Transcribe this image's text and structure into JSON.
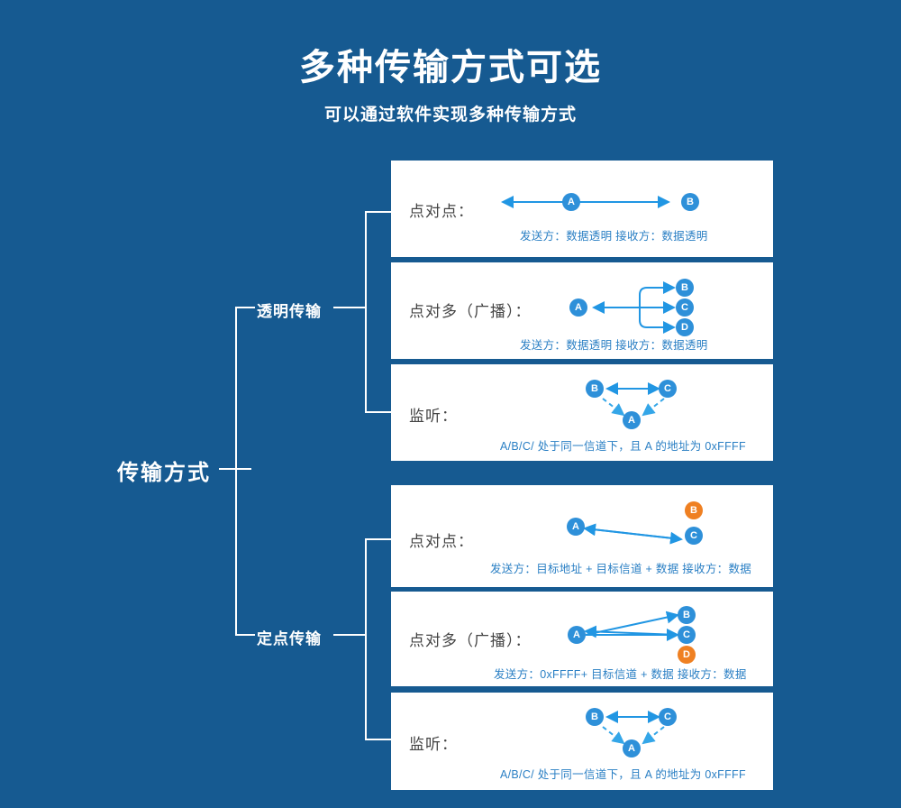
{
  "header": {
    "title": "多种传输方式可选",
    "subtitle": "可以通过软件实现多种传输方式"
  },
  "tree": {
    "root_label": "传输方式",
    "groups": [
      {
        "id": "transparent",
        "label": "透明传输"
      },
      {
        "id": "fixed",
        "label": "定点传输"
      }
    ]
  },
  "cards": [
    {
      "id": "transparent-p2p",
      "row_label": "点对点：",
      "caption": "发送方：数据透明   接收方：数据透明",
      "nodes": [
        {
          "label": "A",
          "color": "blue"
        },
        {
          "label": "B",
          "color": "blue"
        }
      ],
      "diagram_type": "bidirectional-arrow"
    },
    {
      "id": "transparent-broadcast",
      "row_label": "点对多（广播）：",
      "caption": "发送方：数据透明   接收方：数据透明",
      "nodes": [
        {
          "label": "A",
          "color": "blue"
        },
        {
          "label": "B",
          "color": "blue"
        },
        {
          "label": "C",
          "color": "blue"
        },
        {
          "label": "D",
          "color": "blue"
        }
      ],
      "diagram_type": "bus-broadcast"
    },
    {
      "id": "transparent-monitor",
      "row_label": "监听：",
      "caption": "A/B/C/ 处于同一信道下，且 A 的地址为 0xFFFF",
      "nodes": [
        {
          "label": "B",
          "color": "blue"
        },
        {
          "label": "C",
          "color": "blue"
        },
        {
          "label": "A",
          "color": "blue"
        }
      ],
      "diagram_type": "monitor-triangle"
    },
    {
      "id": "fixed-p2p",
      "row_label": "点对点：",
      "caption": "发送方：目标地址 + 目标信道 + 数据   接收方：数据",
      "nodes": [
        {
          "label": "A",
          "color": "blue"
        },
        {
          "label": "B",
          "color": "orange"
        },
        {
          "label": "C",
          "color": "blue"
        }
      ],
      "diagram_type": "fixed-p2p"
    },
    {
      "id": "fixed-broadcast",
      "row_label": "点对多（广播）：",
      "caption": "发送方：0xFFFF+ 目标信道 + 数据   接收方：数据",
      "nodes": [
        {
          "label": "A",
          "color": "blue"
        },
        {
          "label": "B",
          "color": "blue"
        },
        {
          "label": "C",
          "color": "blue"
        },
        {
          "label": "D",
          "color": "orange"
        }
      ],
      "diagram_type": "fixed-broadcast"
    },
    {
      "id": "fixed-monitor",
      "row_label": "监听：",
      "caption": "A/B/C/ 处于同一信道下，且 A 的地址为 0xFFFF",
      "nodes": [
        {
          "label": "B",
          "color": "blue"
        },
        {
          "label": "C",
          "color": "blue"
        },
        {
          "label": "A",
          "color": "blue"
        }
      ],
      "diagram_type": "monitor-triangle"
    }
  ],
  "colors": {
    "background": "#165a91",
    "card": "#ffffff",
    "node_blue": "#2e90d9",
    "node_orange": "#ef8022",
    "caption_text": "#2a7fc4",
    "label_text": "#444444",
    "arrow": "#2196e3",
    "connector": "#ffffff"
  }
}
